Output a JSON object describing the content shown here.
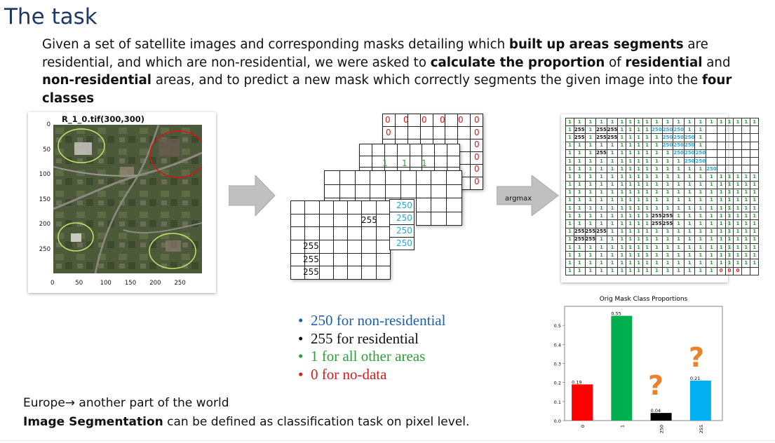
{
  "slide": {
    "title": "The task",
    "intro": [
      {
        "t": "Given a set of satellite images and corresponding masks detailing which ",
        "b": false
      },
      {
        "t": "built up areas segments",
        "b": true
      },
      {
        "t": " are residential, and    which are non-residential, we were asked to ",
        "b": false
      },
      {
        "t": "calculate the proportion",
        "b": true
      },
      {
        "t": " of ",
        "b": false
      },
      {
        "t": "residential",
        "b": true
      },
      {
        "t": " and ",
        "b": false
      },
      {
        "t": "non-residential",
        "b": true
      },
      {
        "t": " areas, and to predict a new mask which correctly segments the given image into the ",
        "b": false
      },
      {
        "t": "four classes",
        "b": true
      }
    ],
    "footer_line1": "Europe→ another part of the world",
    "footer_line2_bold": "Image Segmentation",
    "footer_line2_rest": " can be defined as classification task on pixel level."
  },
  "satellite": {
    "title": "R_1_0.tif(300,300)",
    "yticks": [
      "0",
      "50",
      "100",
      "150",
      "200",
      "250"
    ],
    "xticks": [
      "0",
      "50",
      "100",
      "150",
      "200",
      "250"
    ]
  },
  "matrices": {
    "back_values": [
      "0",
      "0",
      "0",
      "0",
      "0",
      "0"
    ],
    "back_col": [
      "0",
      "0",
      "0",
      "0",
      "0",
      "0"
    ],
    "green_values": [
      "1",
      "1",
      "1"
    ],
    "front_255": "255",
    "front_col": [
      "255",
      "255",
      "255"
    ],
    "blue_col": [
      "250",
      "250",
      "250",
      "250"
    ]
  },
  "argmax": {
    "label": "argmax"
  },
  "result": {
    "rows": [
      [
        "1",
        "1",
        "1",
        "1",
        "1",
        "1",
        "1",
        "1",
        "1",
        "1",
        "1",
        "1",
        "1",
        "1",
        "1",
        "1",
        "1",
        "1",
        "1",
        "1"
      ],
      [
        "1",
        "255",
        "1",
        "255",
        "255",
        "1",
        "1",
        "1",
        "1",
        "250",
        "250",
        "250",
        "1",
        "1",
        "",
        "",
        "",
        "",
        "",
        ""
      ],
      [
        "1",
        "255",
        "1",
        "255",
        "255",
        "1",
        "1",
        "1",
        "1",
        "1",
        "250",
        "250",
        "250",
        "1",
        "",
        "",
        "",
        "",
        "",
        ""
      ],
      [
        "1",
        "1",
        "1",
        "1",
        "1",
        "1",
        "1",
        "1",
        "1",
        "1",
        "250",
        "250",
        "250",
        "1",
        "",
        "",
        "",
        "",
        "",
        ""
      ],
      [
        "1",
        "1",
        "1",
        "255",
        "1",
        "1",
        "1",
        "1",
        "1",
        "1",
        "1",
        "250",
        "250",
        "250",
        "",
        "",
        "",
        "",
        "",
        ""
      ],
      [
        "1",
        "1",
        "1",
        "1",
        "1",
        "1",
        "1",
        "1",
        "1",
        "1",
        "1",
        "1",
        "250",
        "250",
        "",
        "",
        "",
        "",
        "",
        ""
      ],
      [
        "1",
        "1",
        "1",
        "1",
        "1",
        "1",
        "1",
        "1",
        "1",
        "1",
        "1",
        "1",
        "1",
        "1",
        "250",
        "",
        "",
        "",
        "",
        ""
      ],
      [
        "1",
        "1",
        "1",
        "1",
        "1",
        "1",
        "1",
        "1",
        "1",
        "1",
        "1",
        "1",
        "1",
        "1",
        "1",
        "1",
        "1",
        "1",
        "1",
        "1"
      ],
      [
        "1",
        "1",
        "1",
        "1",
        "1",
        "1",
        "1",
        "1",
        "1",
        "1",
        "1",
        "1",
        "1",
        "1",
        "1",
        "1",
        "1",
        "1",
        "1",
        "1"
      ],
      [
        "1",
        "1",
        "1",
        "1",
        "1",
        "1",
        "1",
        "1",
        "1",
        "1",
        "1",
        "1",
        "1",
        "1",
        "1",
        "1",
        "1",
        "1",
        "1",
        "1"
      ],
      [
        "1",
        "1",
        "1",
        "1",
        "1",
        "1",
        "1",
        "1",
        "1",
        "1",
        "1",
        "1",
        "1",
        "1",
        "1",
        "1",
        "1",
        "1",
        "1",
        "1"
      ],
      [
        "1",
        "1",
        "1",
        "1",
        "1",
        "1",
        "1",
        "1",
        "1",
        "1",
        "1",
        "1",
        "1",
        "1",
        "1",
        "1",
        "1",
        "1",
        "1",
        "1"
      ],
      [
        "1",
        "1",
        "1",
        "1",
        "1",
        "1",
        "1",
        "1",
        "1",
        "255",
        "255",
        "1",
        "1",
        "1",
        "1",
        "1",
        "1",
        "1",
        "1",
        "1"
      ],
      [
        "1",
        "1",
        "1",
        "1",
        "1",
        "1",
        "1",
        "1",
        "1",
        "255",
        "255",
        "1",
        "1",
        "1",
        "1",
        "1",
        "1",
        "1",
        "1",
        "1"
      ],
      [
        "1",
        "255",
        "255",
        "255",
        "1",
        "1",
        "1",
        "1",
        "1",
        "1",
        "1",
        "1",
        "1",
        "1",
        "1",
        "1",
        "1",
        "1",
        "1",
        "1"
      ],
      [
        "1",
        "255",
        "255",
        "1",
        "1",
        "1",
        "1",
        "1",
        "1",
        "1",
        "1",
        "1",
        "1",
        "1",
        "1",
        "1",
        "1",
        "1",
        "1",
        "1"
      ],
      [
        "1",
        "1",
        "1",
        "1",
        "1",
        "1",
        "1",
        "1",
        "1",
        "1",
        "1",
        "1",
        "1",
        "1",
        "1",
        "1",
        "1",
        "1",
        "1",
        "1"
      ],
      [
        "1",
        "1",
        "1",
        "1",
        "1",
        "1",
        "1",
        "1",
        "1",
        "1",
        "1",
        "1",
        "1",
        "1",
        "1",
        "1",
        "1",
        "1",
        "1",
        "1"
      ],
      [
        "1",
        "1",
        "1",
        "1",
        "1",
        "1",
        "1",
        "1",
        "1",
        "1",
        "1",
        "1",
        "1",
        "1",
        "1",
        "1",
        "1",
        "1",
        "1",
        "1"
      ],
      [
        "1",
        "1",
        "1",
        "1",
        "1",
        "1",
        "1",
        "1",
        "1",
        "1",
        "1",
        "1",
        "1",
        "1",
        "1",
        "0",
        "0",
        "0",
        "",
        ""
      ]
    ]
  },
  "legend": [
    {
      "text": "250 for non-residential",
      "color": "#1f5fa8"
    },
    {
      "text": "255 for residential",
      "color": "#111111"
    },
    {
      "text": "1 for all other areas",
      "color": "#2e9e3a"
    },
    {
      "text": "0 for no-data",
      "color": "#d01c1c"
    }
  ],
  "chart_data": {
    "type": "bar",
    "title": "Orig Mask Class Proportions",
    "categories": [
      "0",
      "1",
      "250",
      "255"
    ],
    "values": [
      0.19,
      0.55,
      0.04,
      0.21
    ],
    "data_labels": [
      "0.19",
      "0.55",
      "0.04",
      "0.21"
    ],
    "colors": [
      "#ff0000",
      "#00b050",
      "#000000",
      "#00b0f0"
    ],
    "ylim": [
      0,
      0.6
    ],
    "yticks": [
      "0.0",
      "0.1",
      "0.2",
      "0.3",
      "0.4",
      "0.5"
    ],
    "question_marks": [
      "?",
      "?"
    ]
  }
}
